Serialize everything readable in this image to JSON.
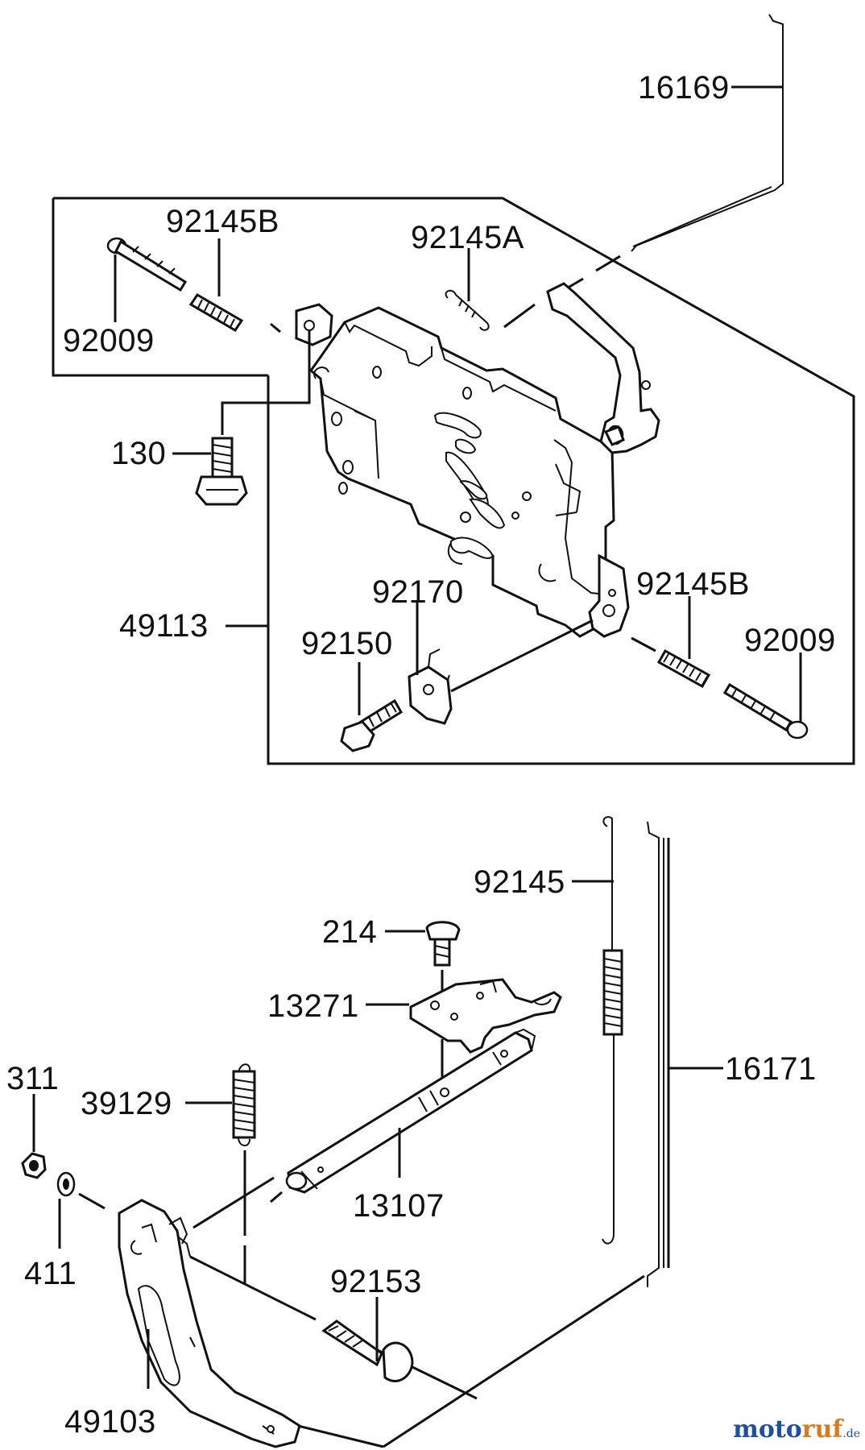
{
  "parts": {
    "p16169": "16169",
    "p92145B_top": "92145B",
    "p92145A": "92145A",
    "p92009_top": "92009",
    "p130": "130",
    "p49113": "49113",
    "p92170": "92170",
    "p92145B_right": "92145B",
    "p92150": "92150",
    "p92009_right": "92009",
    "p92145": "92145",
    "p214": "214",
    "p13271": "13271",
    "p16171": "16171",
    "p311": "311",
    "p39129": "39129",
    "p13107": "13107",
    "p411": "411",
    "p92153": "92153",
    "p49103": "49103"
  },
  "watermark": {
    "part1": "moto",
    "part2": "ruf",
    "part3": ".de"
  }
}
